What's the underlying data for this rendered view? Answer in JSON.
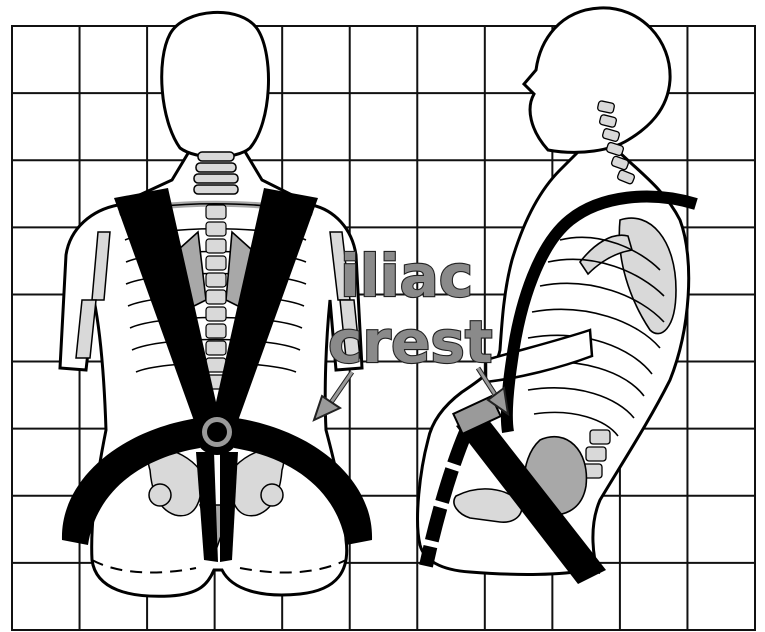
{
  "labels": {
    "word1": "iliac",
    "word2": "crest"
  },
  "colors": {
    "grid": "#111111",
    "harness": "#000000",
    "bone": "#d9d9d9",
    "bone_dark": "#a8a8a8",
    "label_fill": "#8a8a8a",
    "label_outline": "#222222",
    "background": "#ffffff"
  },
  "icons": {
    "arrow": "down-right-arrow"
  }
}
